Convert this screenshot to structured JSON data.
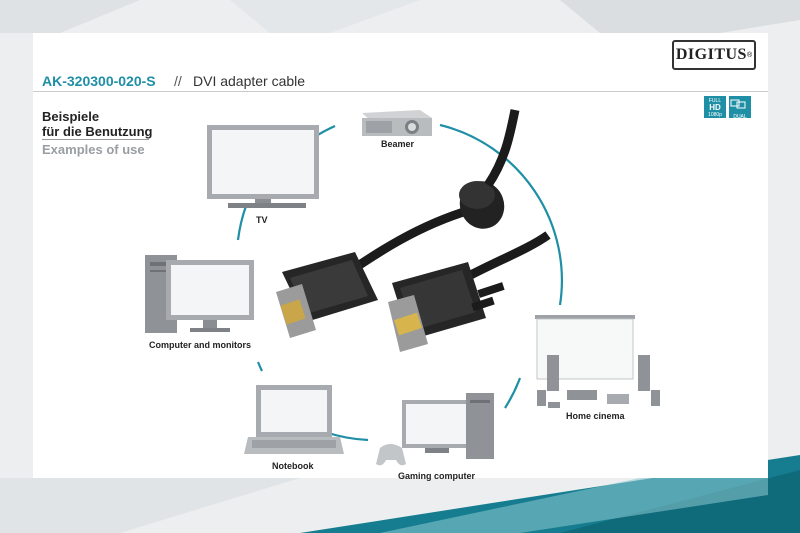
{
  "header": {
    "model": "AK-320300-020-S",
    "separator": "//",
    "product": "DVI adapter cable",
    "brand": "DIGITUS",
    "brand_mark": "®"
  },
  "section": {
    "title_de_line1": "Beispiele",
    "title_de_line2": "für die Benutzung",
    "title_en": "Examples of use"
  },
  "badges": {
    "full_hd": {
      "line1": "FULL",
      "line2": "HD",
      "line3": "1080p"
    },
    "dual_link": {
      "text": "DUAL LINK"
    }
  },
  "uses": {
    "beamer": "Beamer",
    "tv": "TV",
    "computer": "Computer and monitors",
    "notebook": "Notebook",
    "gaming": "Gaming computer",
    "home_cinema": "Home cinema"
  },
  "colors": {
    "accent": "#1f8fa6",
    "teal_dark": "#157d8f",
    "teal_light": "#8ec9d2"
  }
}
